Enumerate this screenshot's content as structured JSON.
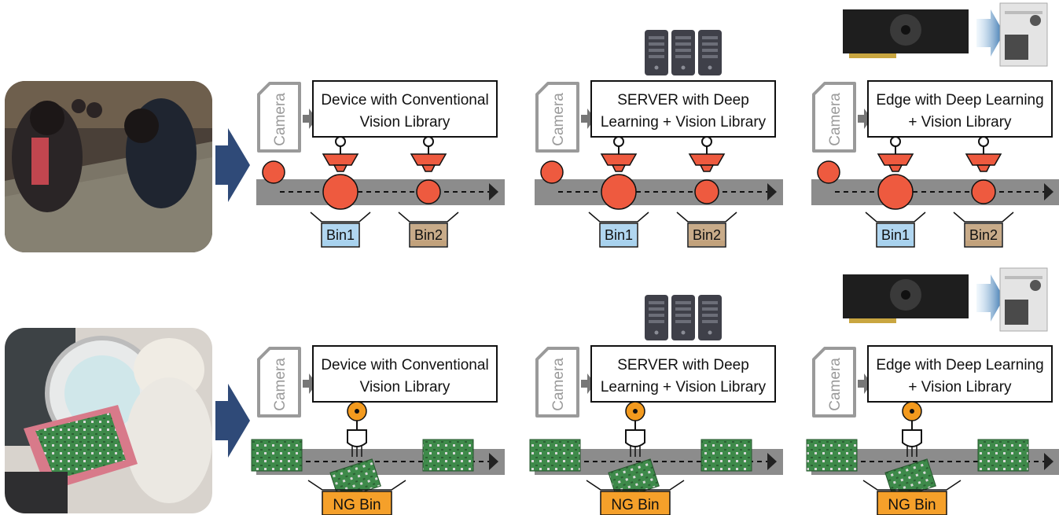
{
  "rows": [
    {
      "panels": [
        {
          "device_label": [
            "Device with Conventional",
            "Vision Library"
          ],
          "has_server": false,
          "has_edge": false,
          "bins": [
            "Bin1",
            "Bin2"
          ]
        },
        {
          "device_label": [
            "SERVER with Deep",
            "Learning + Vision Library"
          ],
          "has_server": true,
          "has_edge": false,
          "bins": [
            "Bin1",
            "Bin2"
          ]
        },
        {
          "device_label": [
            "Edge with Deep Learning",
            "+ Vision Library"
          ],
          "has_server": false,
          "has_edge": true,
          "bins": [
            "Bin1",
            "Bin2"
          ]
        }
      ]
    },
    {
      "panels": [
        {
          "device_label": [
            "Device with Conventional",
            "Vision Library"
          ],
          "has_server": false,
          "has_edge": false,
          "bins": [
            "NG Bin"
          ]
        },
        {
          "device_label": [
            "SERVER with Deep",
            "Learning + Vision Library"
          ],
          "has_server": true,
          "has_edge": false,
          "bins": [
            "NG Bin"
          ]
        },
        {
          "device_label": [
            "Edge with Deep Learning",
            "+ Vision Library"
          ],
          "has_server": false,
          "has_edge": true,
          "bins": [
            "NG Bin"
          ]
        }
      ]
    }
  ],
  "camera_label": "Camera",
  "colors": {
    "belt": "#8c8c8c",
    "item": "#ee5a3f",
    "bin1": "#a8d2ee",
    "bin2": "#c2a27c",
    "ng_bin": "#f5a02a",
    "arrow": "#2f4a78",
    "camera_gray": "#9a9a9a",
    "pcb_green": "#3e8a4a",
    "server_dark": "#3f4049",
    "orange_sensor": "#f39a1e"
  }
}
